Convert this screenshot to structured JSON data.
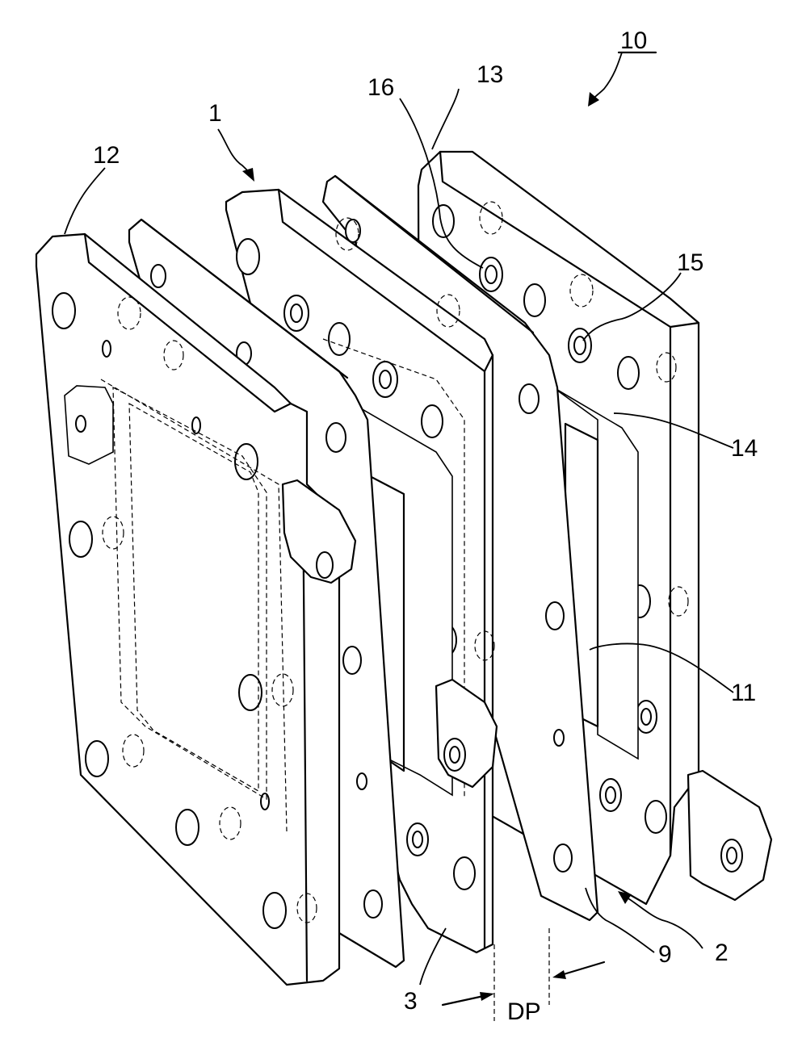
{
  "figure": {
    "title": "",
    "labels": {
      "assembly": "10",
      "stack": "1",
      "end_plate_left": "12",
      "end_plate_right": "13",
      "port": "16",
      "boss": "15",
      "seal": "14",
      "membrane": "11",
      "plate_right": "2",
      "spacer": "9",
      "plate_left": "3",
      "gap": "DP"
    }
  }
}
